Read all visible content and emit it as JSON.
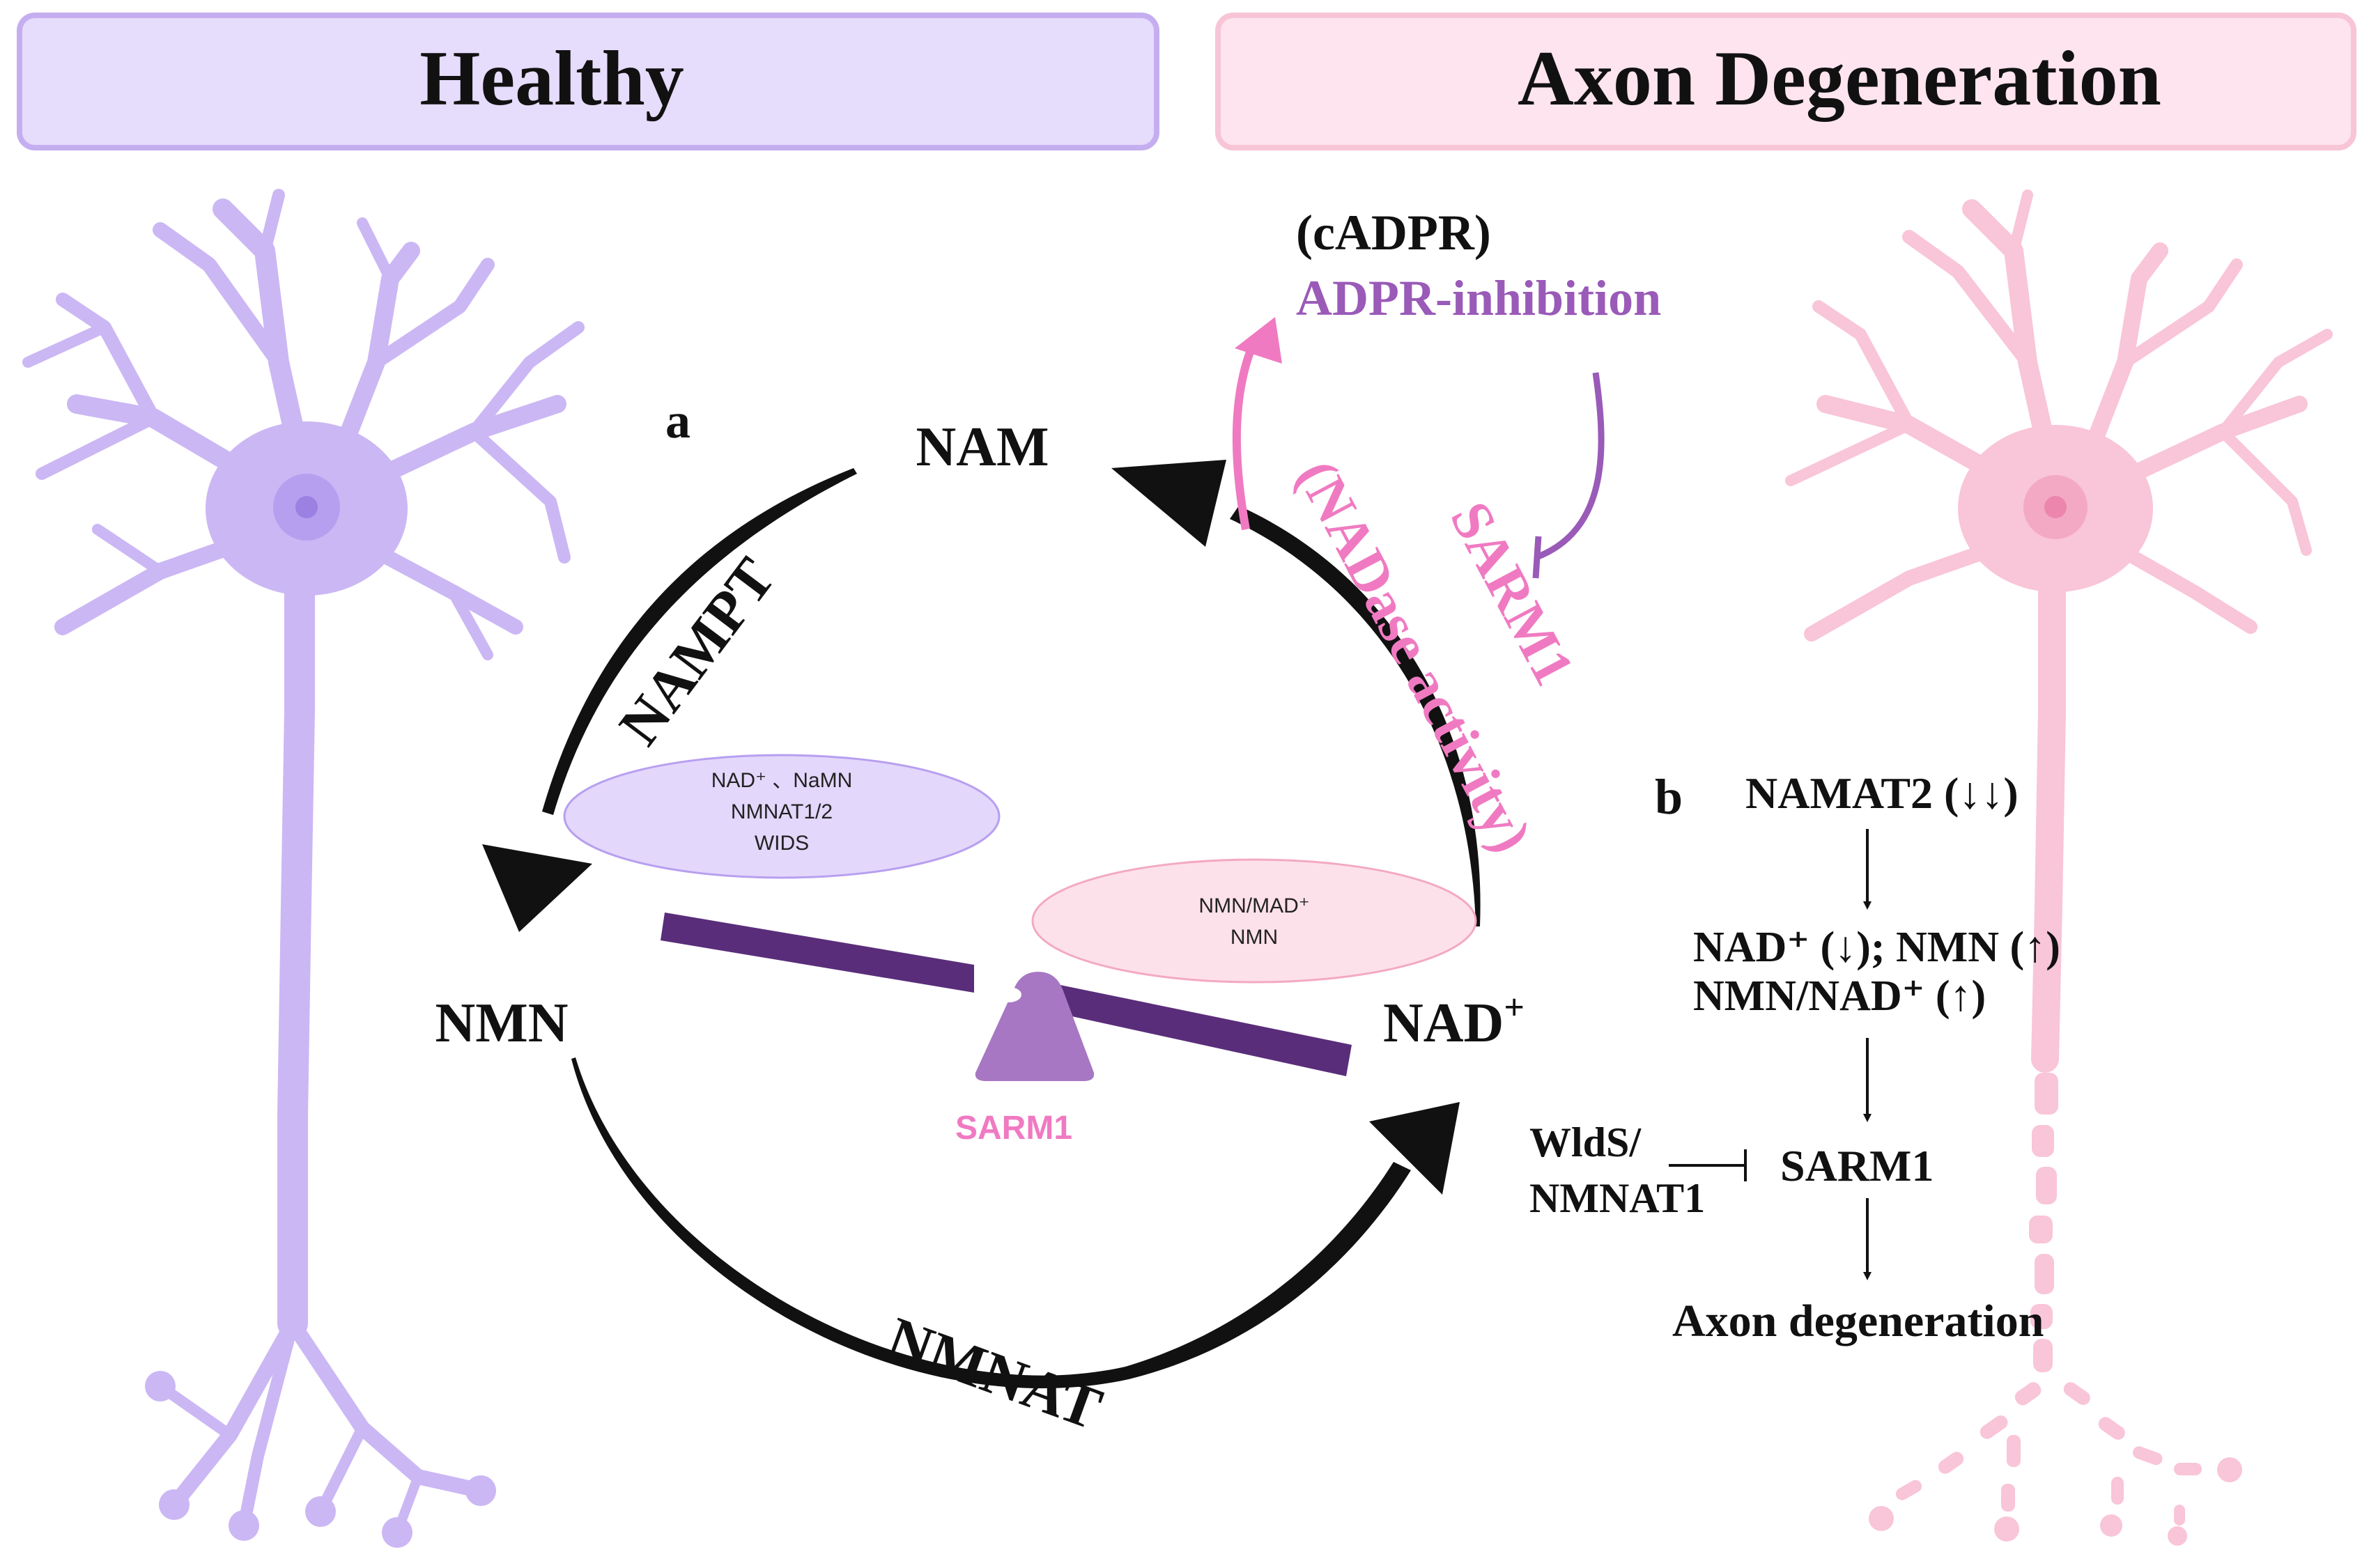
{
  "headers": {
    "healthy": "Healthy",
    "degeneration": "Axon Degeneration"
  },
  "panel_a": {
    "label": "a",
    "nodes": {
      "nam": "NAM",
      "nmn": "NMN",
      "nad": "NAD",
      "nad_sup": "+"
    },
    "enzymes": {
      "nampt": "NAMPT",
      "nmnat": "NMNAT"
    },
    "sarm1_arc": {
      "line1": "SARM1",
      "line2": "(NADase activity)"
    },
    "products": {
      "cadpr": "(cADPR)",
      "adpr": "ADPR-inhibition"
    },
    "balance": {
      "left_lines": [
        "NAD⁺ 、NaMN",
        "NMNAT1/2",
        "WIDS"
      ],
      "right_lines": [
        "NMN/MAD⁺",
        "NMN"
      ],
      "fulcrum_label": "SARM1"
    }
  },
  "panel_b": {
    "label": "b",
    "step1": "NAMAT2 (↓↓)",
    "step2_line1": "NAD⁺ (↓); NMN (↑)",
    "step2_line2": "NMN/NAD⁺ (↑)",
    "inhibitor_line1": "WldS/",
    "inhibitor_line2": "NMNAT1",
    "step3": "SARM1",
    "step4": "Axon degeneration"
  },
  "colors": {
    "healthy_header_bg": "#e6dcfb",
    "healthy_header_border": "#c5aef0",
    "degen_header_bg": "#fde4ee",
    "degen_header_border": "#f7c5d6",
    "healthy_neuron": "#cbb7f4",
    "healthy_neuron_dark": "#b79ff0",
    "degen_neuron": "#f9c5d8",
    "degen_neuron_dark": "#f3a9c4",
    "beam": "#5a2d7a",
    "fulcrum": "#a877c3",
    "sarm1_pink": "#f07ac2",
    "adpr_purple": "#9a5ab8",
    "left_ellipse": "#e3d7fb",
    "right_ellipse": "#fde1ea"
  }
}
